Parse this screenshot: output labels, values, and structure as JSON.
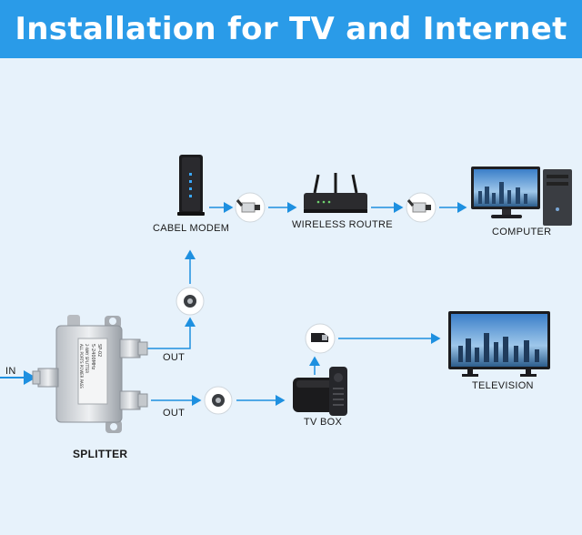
{
  "title": "Installation for TV and Internet",
  "labels": {
    "modem": "CABEL MODEM",
    "router": "WIRELESS ROUTRE",
    "computer": "COMPUTER",
    "out_top": "OUT",
    "out_bottom": "OUT",
    "in": "IN",
    "splitter": "SPLITTER",
    "tv_box": "TV BOX",
    "television": "TELEVISION"
  },
  "splitter_print": {
    "model": "SP-02",
    "freq": "5-2400MHz",
    "line1": "2-WAY SPLITTER",
    "line2": "ALL PORTS POWER PASS"
  },
  "colors": {
    "banner": "#2a9be8",
    "background": "#e7f2fb",
    "arrow": "#1e90e0"
  }
}
